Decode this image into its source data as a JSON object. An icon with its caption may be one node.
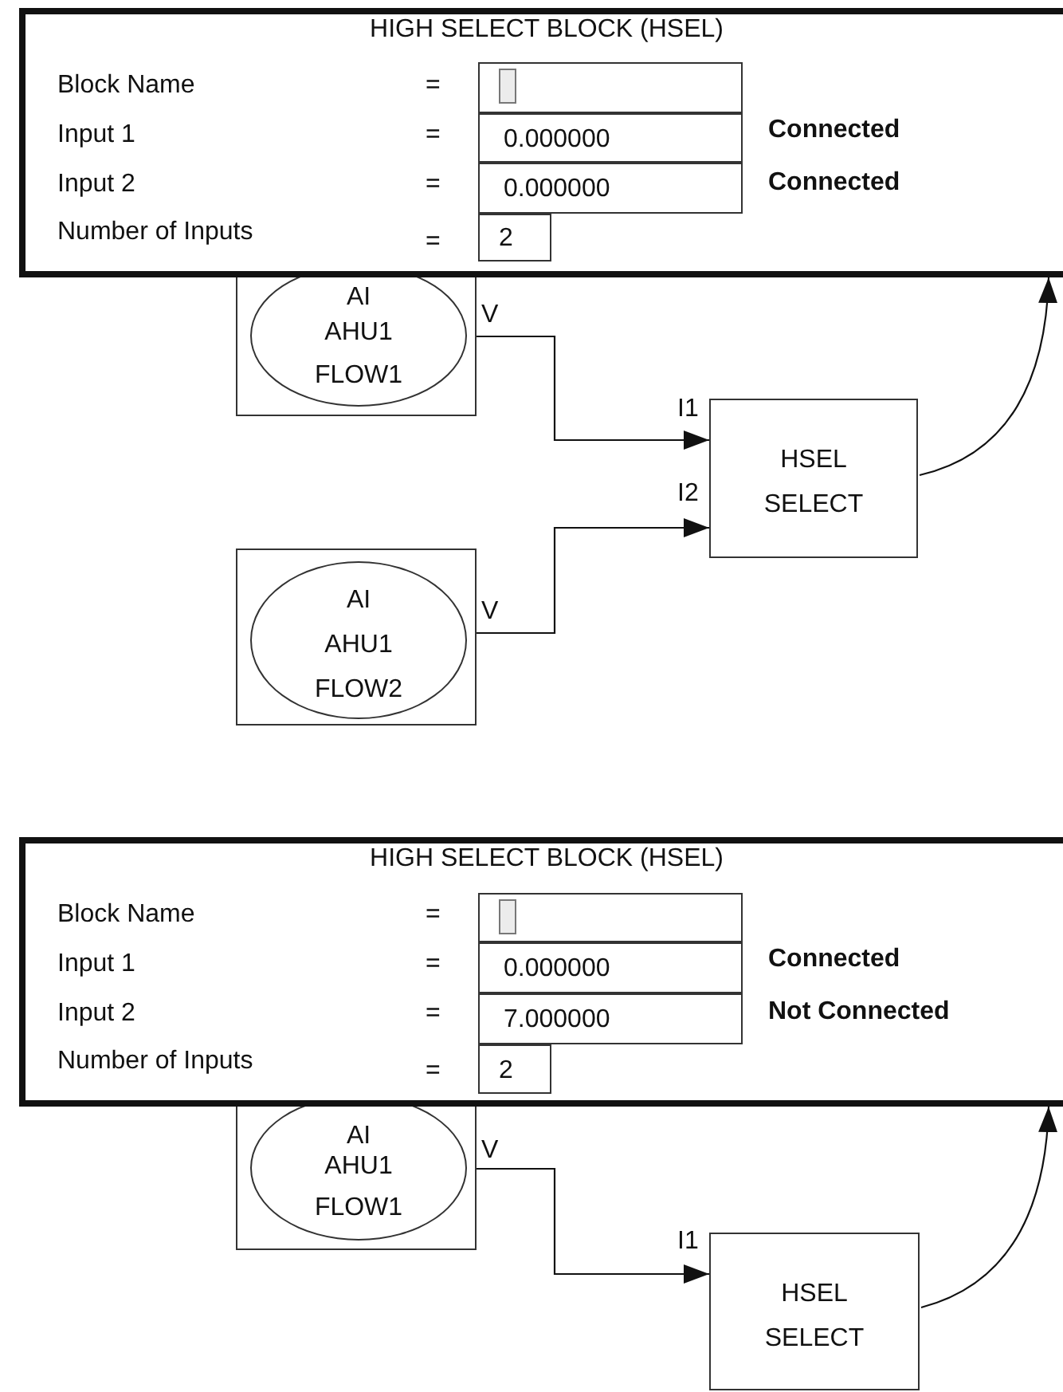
{
  "diagram": {
    "nodes": [
      {
        "text": [
          "HIGH SELECT BLOCK (HSEL)",
          "Block Name",
          "=",
          "Input 1",
          "=",
          "Connected",
          "Input 2",
          "=",
          "Connected",
          "Number of Inputs",
          "="
        ]
      },
      {
        "text": [],
        "shape": "box",
        "in": 0
      },
      {
        "text": [
          "0.000000"
        ],
        "in": 0
      },
      {
        "text": [
          "0.000000"
        ],
        "in": 0
      },
      {
        "text": [
          "2"
        ],
        "in": 0
      },
      {
        "text": [],
        "shape": "box",
        "beside": [
          "V"
        ]
      },
      {
        "text": [
          "AI",
          "AHU1",
          "FLOW1"
        ],
        "in": 5
      },
      {
        "text": [
          "HSEL",
          "SELECT"
        ]
      },
      {
        "text": [],
        "shape": "box",
        "beside": [
          "V"
        ]
      },
      {
        "text": [
          "AI",
          "AHU1",
          "FLOW2"
        ],
        "in": 8
      },
      {
        "text": [
          "HIGH SELECT BLOCK (HSEL)",
          "Block Name",
          "=",
          "Input 1",
          "=",
          "Connected",
          "Input 2",
          "=",
          "Not Connected",
          "Number of Inputs",
          "="
        ]
      },
      {
        "text": [],
        "shape": "box",
        "in": 10
      },
      {
        "text": [
          "0.000000"
        ],
        "in": 10
      },
      {
        "text": [
          "7.000000"
        ],
        "in": 10
      },
      {
        "text": [
          "2"
        ],
        "in": 10
      },
      {
        "text": [],
        "shape": "box",
        "beside": [
          "V"
        ]
      },
      {
        "text": [
          "AI",
          "AHU1",
          "FLOW1"
        ],
        "in": 15
      },
      {
        "text": [
          "HSEL",
          "SELECT"
        ]
      }
    ],
    "edges": [
      {
        "from": 5,
        "to": 7,
        "arrow": "to",
        "label": "I1"
      },
      {
        "from": 8,
        "to": 7,
        "arrow": "to",
        "label": "I2"
      },
      {
        "from": 7,
        "to": 0,
        "arrow": "to"
      },
      {
        "from": 15,
        "to": 17,
        "arrow": "to",
        "label": "I1"
      },
      {
        "from": 17,
        "to": 10,
        "arrow": "to"
      }
    ]
  }
}
